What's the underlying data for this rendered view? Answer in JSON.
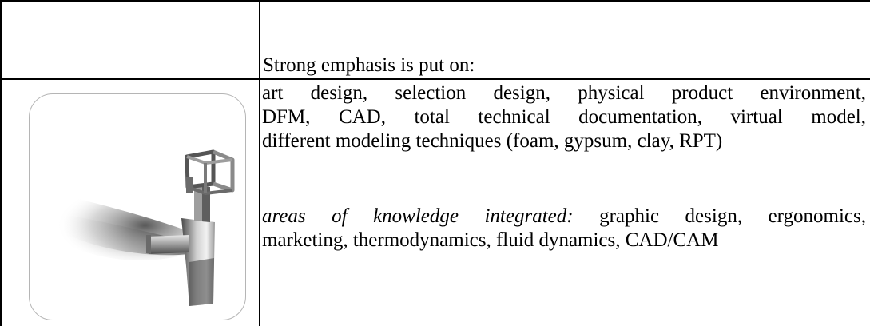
{
  "header_row": {
    "text": "Strong emphasis is put on:"
  },
  "image": {
    "icon": "faucet-3d-render-icon"
  },
  "emphasis_block": {
    "lines": [
      "art design, selection design, physical product environment,",
      "DFM, CAD, total technical documentation, virtual model,",
      "different modeling techniques (foam, gypsum, clay, RPT)"
    ]
  },
  "knowledge_block": {
    "label": "areas of knowledge integrated:",
    "line1_rest": " graphic design, ergonomics,",
    "line2": "marketing, thermodynamics, fluid dynamics, CAD/CAM"
  }
}
